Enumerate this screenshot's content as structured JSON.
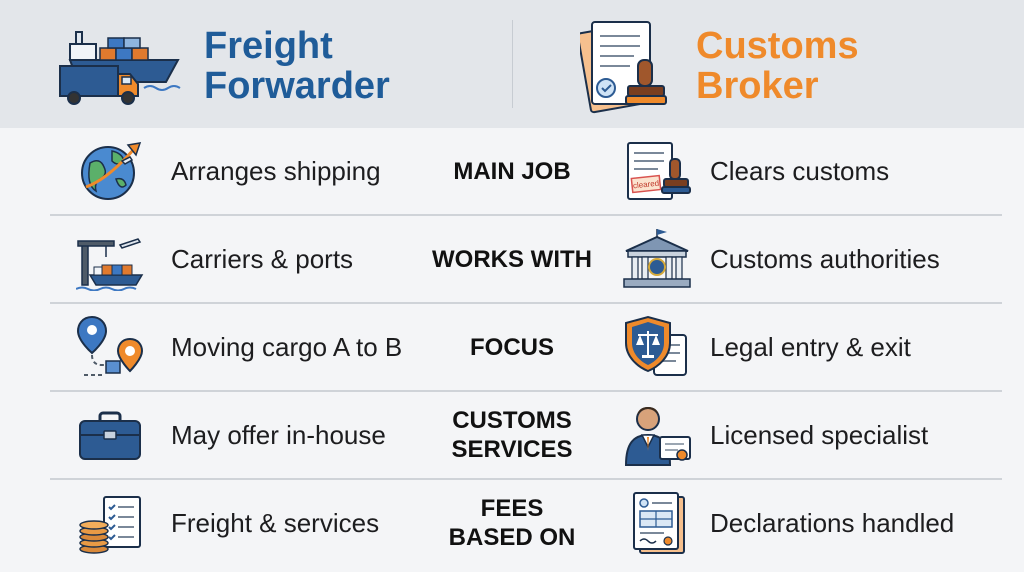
{
  "header": {
    "left_title_line1": "Freight",
    "left_title_line2": "Forwarder",
    "right_title_line1": "Customs",
    "right_title_line2": "Broker",
    "left_color": "#1f5c99",
    "right_color": "#ef8a2b"
  },
  "rows": [
    {
      "left": "Arranges shipping",
      "mid_line1": "MAIN JOB",
      "mid_line2": "",
      "right": "Clears customs",
      "left_icon": "globe-plane-icon",
      "right_icon": "cleared-document-stamp-icon",
      "stamp_text": "cleared"
    },
    {
      "left": "Carriers & ports",
      "mid_line1": "WORKS WITH",
      "mid_line2": "",
      "right": "Customs authorities",
      "left_icon": "port-crane-ship-icon",
      "right_icon": "government-building-icon"
    },
    {
      "left": "Moving cargo A to B",
      "mid_line1": "FOCUS",
      "mid_line2": "",
      "right": "Legal entry & exit",
      "left_icon": "route-pins-icon",
      "right_icon": "legal-shield-scroll-icon"
    },
    {
      "left": "May offer in-house",
      "mid_line1": "CUSTOMS",
      "mid_line2": "SERVICES",
      "right": "Licensed specialist",
      "left_icon": "toolbox-icon",
      "right_icon": "licensed-specialist-icon"
    },
    {
      "left": "Freight & services",
      "mid_line1": "FEES",
      "mid_line2": "BASED ON",
      "right": "Declarations handled",
      "left_icon": "coins-checklist-icon",
      "right_icon": "declaration-form-icon"
    }
  ]
}
